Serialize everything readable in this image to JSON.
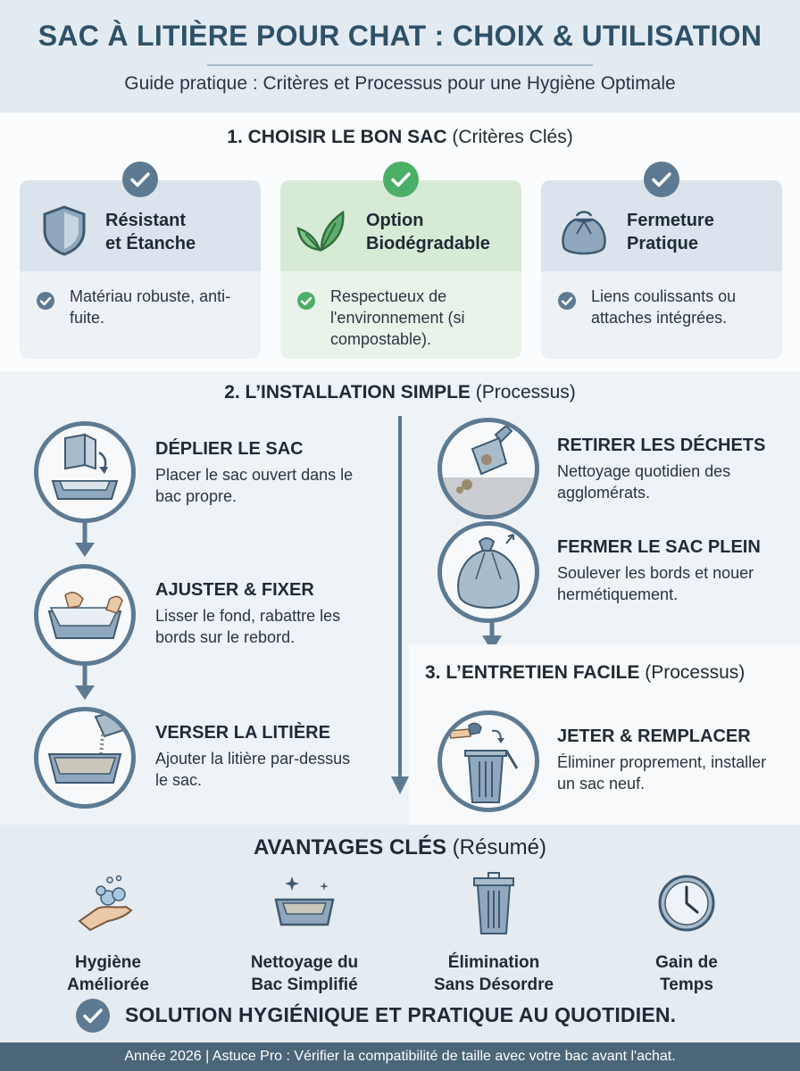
{
  "header": {
    "title": "SAC À LITIÈRE POUR CHAT : CHOIX & UTILISATION",
    "subtitle": "Guide pratique : Critères et Processus pour une Hygiène Optimale"
  },
  "section1": {
    "heading_bold": "1. CHOISIR LE BON SAC",
    "heading_paren": "(Critères Clés)",
    "cards": [
      {
        "title_line1": "Résistant",
        "title_line2": "et Étanche",
        "description": "Matériau robuste, anti-fuite.",
        "icon": "shield-icon"
      },
      {
        "title_line1": "Option",
        "title_line2": "Biodégradable",
        "description": "Respectueux de l'environnement (si compostable).",
        "icon": "leaf-icon"
      },
      {
        "title_line1": "Fermeture",
        "title_line2": "Pratique",
        "description": "Liens coulissants ou attaches intégrées.",
        "icon": "drawstring-bag-icon"
      }
    ]
  },
  "section2": {
    "heading_bold": "2. L’INSTALLATION SIMPLE",
    "heading_paren": "(Processus)",
    "steps_left": [
      {
        "title": "DÉPLIER LE SAC",
        "description": "Placer le sac ouvert dans le bac propre."
      },
      {
        "title": "AJUSTER & FIXER",
        "description": "Lisser le fond, rabattre les bords sur le rebord."
      },
      {
        "title": "VERSER LA LITIÈRE",
        "description": "Ajouter la litière par-dessus le sac."
      }
    ],
    "steps_right": [
      {
        "title": "RETIRER LES DÉCHETS",
        "description": "Nettoyage quotidien des agglomérats."
      },
      {
        "title": "FERMER LE SAC PLEIN",
        "description": "Soulever les bords et nouer hermétiquement."
      }
    ]
  },
  "section3": {
    "heading_bold": "3. L’ENTRETIEN FACILE",
    "heading_paren": "(Processus)",
    "step": {
      "title": "JETER & REMPLACER",
      "description": "Éliminer proprement, installer un sac neuf."
    }
  },
  "advantages": {
    "heading_bold": "AVANTAGES CLÉS",
    "heading_paren": "(Résumé)",
    "items": [
      {
        "line1": "Hygiène",
        "line2": "Améliorée",
        "icon": "washing-hands-icon"
      },
      {
        "line1": "Nettoyage du",
        "line2": "Bac Simplifié",
        "icon": "clean-litter-box-icon"
      },
      {
        "line1": "Élimination",
        "line2": "Sans Désordre",
        "icon": "trash-can-icon"
      },
      {
        "line1": "Gain de",
        "line2": "Temps",
        "icon": "clock-icon"
      }
    ],
    "banner": "SOLUTION HYGIÉNIQUE ET PRATIQUE AU QUOTIDIEN."
  },
  "footer": {
    "text": "Année 2026 | Astuce Pro : Vérifier la compatibilité de taille avec votre bac avant l'achat."
  },
  "colors": {
    "accent": "#5d7a92",
    "title": "#2f5168",
    "green": "#4caf68",
    "footer": "#4c6679"
  }
}
